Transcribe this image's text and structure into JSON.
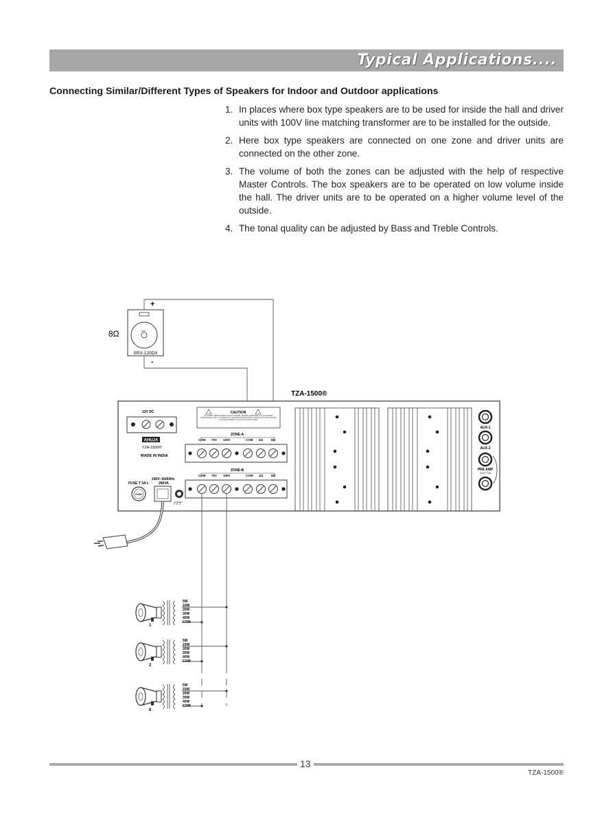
{
  "header": {
    "title": "Typical Applications...."
  },
  "section_heading": "Connecting Similar/Different Types of Speakers for Indoor and Outdoor applications",
  "steps": [
    {
      "num": "1.",
      "text": "In places where box type speakers are to be used for inside the hall and driver units with 100V line matching transformer are to be installed for the outside."
    },
    {
      "num": "2.",
      "text": "Here box type speakers are connected on one zone and driver units are connected on the other zone."
    },
    {
      "num": "3.",
      "text": "The volume of both the zones can be adjusted with the help of respective Master Controls. The box speakers are to be operated on low volume inside the hall. The driver units are to be operated on a higher volume level of the outside."
    },
    {
      "num": "4.",
      "text": "The tonal quality can be adjusted by Bass and Treble Controls."
    }
  ],
  "diagram": {
    "speaker": {
      "impedance": "8Ω",
      "model": "SRX-120DX",
      "plus": "+",
      "minus": "-"
    },
    "amp_label": "TZA-1500®",
    "amp": {
      "dc_label": "12V DC",
      "brand": "AHUJA",
      "model": "TZA-1500®",
      "made_in": "MADE IN INDIA",
      "caution_title": "CAUTION",
      "caution_text": "NO USER SERVICEABLE PARTS INSIDE. REFER SERVICING TO QUALIFIED PERSONNEL ONLY. TO REDUCE THE RISK OF ELECTRIC SHOCK DO NOT EXPOSE THIS EQUIPMENT TO RAIN OR MOISTURE.",
      "zone_a": "ZONE-A",
      "zone_b": "ZONE-B",
      "terminals": [
        "COM",
        "70V",
        "100V",
        "COM",
        "4Ω",
        "8Ω"
      ],
      "fuse_label": "FUSE T 3A L",
      "fuse_cap": "FUSE",
      "mains_label": "240V~50/60Hz",
      "mains_va": "280VA",
      "aux1": "AUX-1",
      "aux2": "AUX-2",
      "pre_amp": "PRE AMP",
      "pre_amp_sub": "(OUT / IN)"
    },
    "taps": [
      "5W",
      "10W",
      "20W",
      "30W",
      "40W",
      "COM"
    ],
    "horn_numbers": [
      "1",
      "2",
      "8"
    ]
  },
  "footer": {
    "page_number": "13",
    "model": "TZA-1500®"
  }
}
